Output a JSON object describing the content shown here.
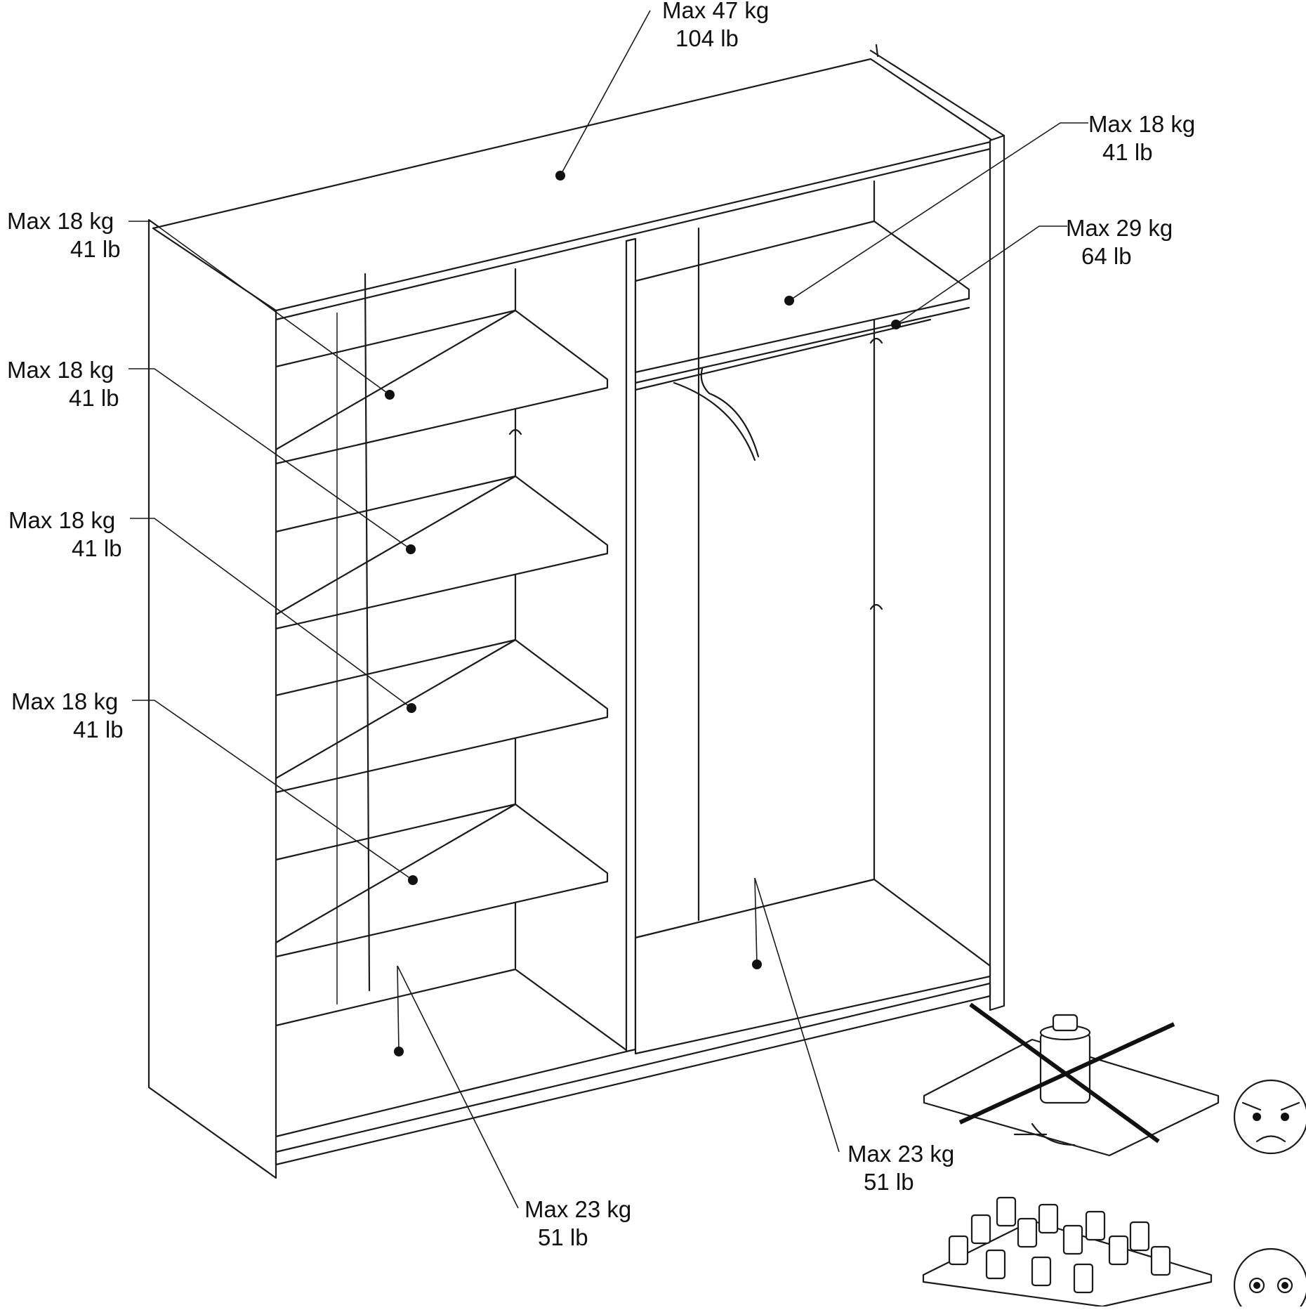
{
  "labels": {
    "top": {
      "kg": "Max 47 kg",
      "lb": "104 lb"
    },
    "left_top": {
      "kg": "Max 18 kg",
      "lb": "41 lb"
    },
    "left_shelf_1": {
      "kg": "Max 18 kg",
      "lb": "41 lb"
    },
    "left_shelf_2": {
      "kg": "Max 18 kg",
      "lb": "41 lb"
    },
    "left_shelf_3": {
      "kg": "Max 18 kg",
      "lb": "41 lb"
    },
    "right_shelf": {
      "kg": "Max 18 kg",
      "lb": "41 lb"
    },
    "rail": {
      "kg": "Max 29 kg",
      "lb": "64 lb"
    },
    "right_bottom": {
      "kg": "Max 23 kg",
      "lb": "51 lb"
    },
    "left_bottom": {
      "kg": "Max 23 kg",
      "lb": "51 lb"
    }
  },
  "icons": {
    "wrong": "angry-face-icon",
    "right": "worried-face-icon",
    "weight": "weight-icon"
  }
}
